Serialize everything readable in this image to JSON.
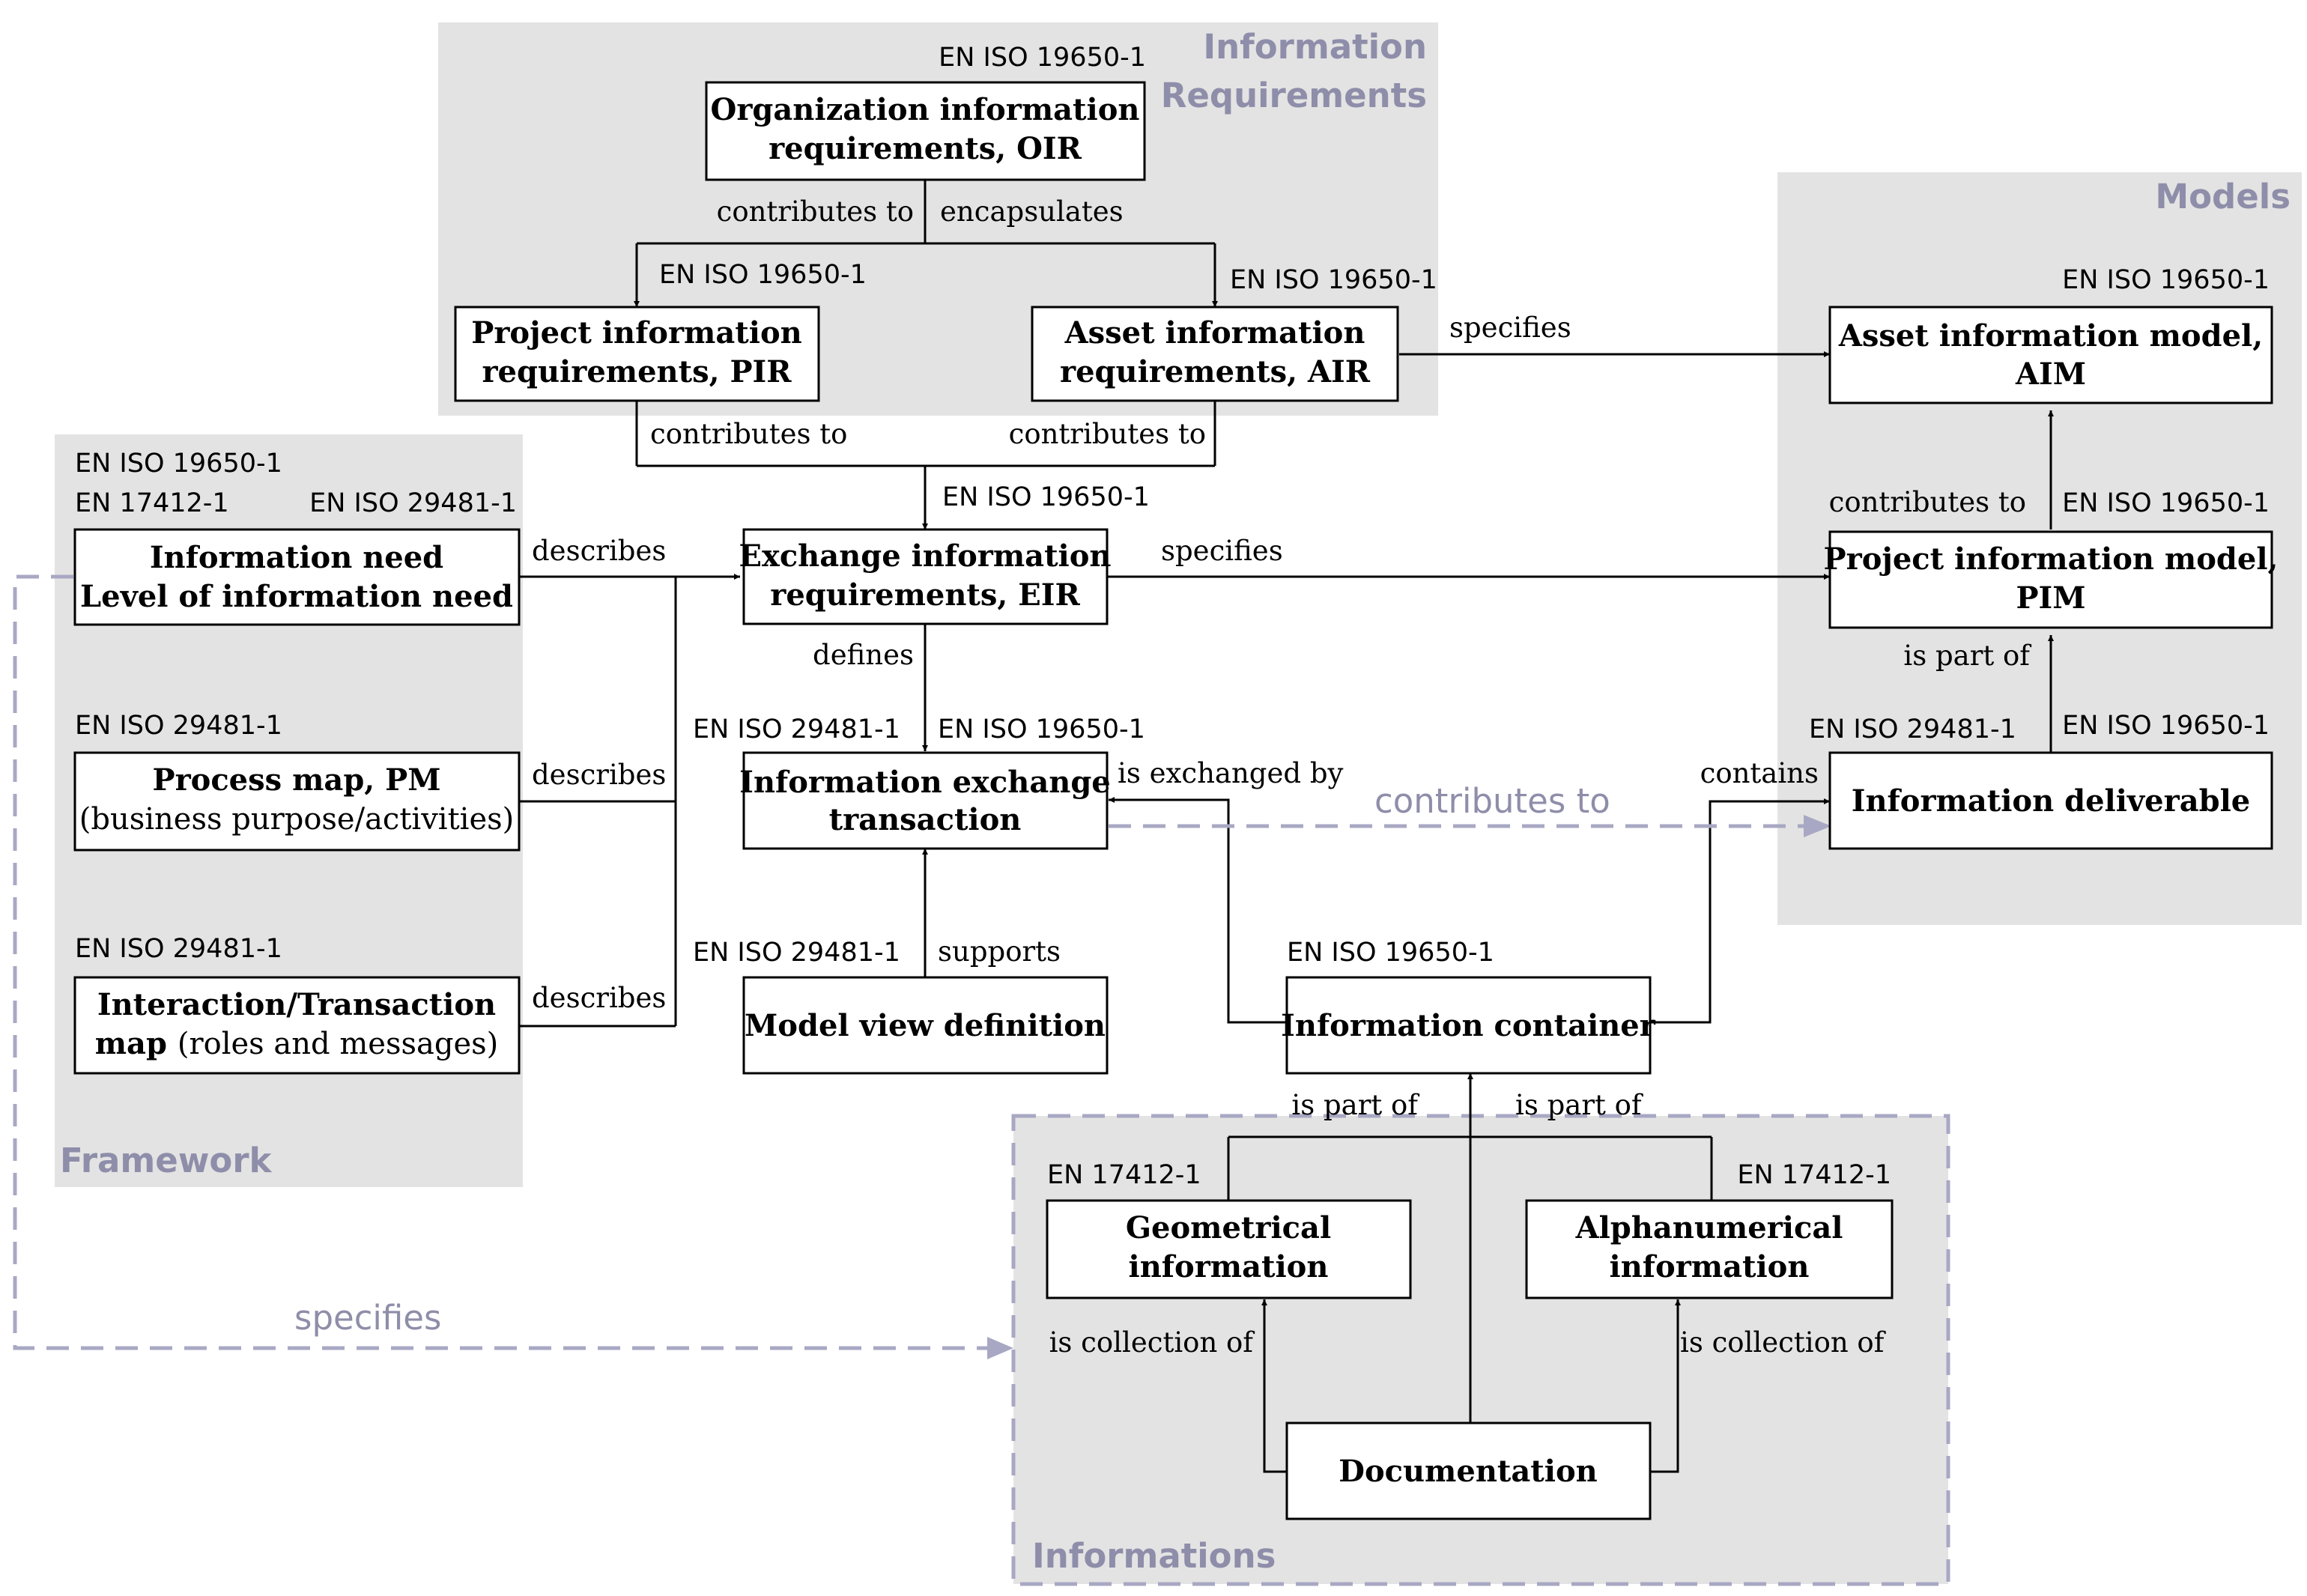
{
  "colors": {
    "panel": "#e3e3e3",
    "accent": "#8e8eaa",
    "box_fill": "#ffffff",
    "line": "#000000"
  },
  "groups": {
    "information_requirements": {
      "label_line1": "Information",
      "label_line2": "Requirements"
    },
    "models": {
      "label": "Models"
    },
    "framework": {
      "label": "Framework"
    },
    "informations": {
      "label": "Informations"
    }
  },
  "boxes": {
    "oir": {
      "line1": "Organization information",
      "line2": "requirements, OIR",
      "standard": "EN ISO 19650-1"
    },
    "pir": {
      "line1": "Project information",
      "line2": "requirements, PIR",
      "standard": "EN ISO 19650-1"
    },
    "air": {
      "line1": "Asset information",
      "line2": "requirements, AIR",
      "standard": "EN ISO 19650-1"
    },
    "aim": {
      "line1": "Asset information model,",
      "line2": "AIM",
      "standard": "EN ISO 19650-1"
    },
    "need": {
      "line1": "Information need",
      "line2": "Level of information need",
      "standard1": "EN ISO 19650-1",
      "standard2": "EN 17412-1",
      "standard3": "EN ISO 29481-1"
    },
    "eir": {
      "line1": "Exchange information",
      "line2": "requirements, EIR",
      "standard": "EN ISO 19650-1"
    },
    "pim": {
      "line1": "Project information model,",
      "line2": "PIM",
      "standard": "EN ISO 19650-1"
    },
    "pm": {
      "line1": "Process map, PM",
      "line2": "(business purpose/activities)",
      "standard": "EN ISO 29481-1"
    },
    "iet": {
      "line1": "Information exchange",
      "line2": "transaction",
      "standard1": "EN ISO 29481-1",
      "standard2": "EN ISO 19650-1"
    },
    "deliverable": {
      "line1": "Information deliverable",
      "standard1": "EN ISO 29481-1",
      "standard2": "EN ISO 19650-1"
    },
    "itm": {
      "line1": "Interaction/Transaction",
      "line2_bold": "map",
      "line2_plain": "(roles and messages)",
      "standard": "EN ISO 29481-1"
    },
    "mvd": {
      "line1": "Model view definition",
      "standard": "EN ISO 29481-1"
    },
    "container": {
      "line1": "Information container",
      "standard": "EN ISO 19650-1"
    },
    "geo": {
      "line1": "Geometrical",
      "line2": "information",
      "standard": "EN 17412-1"
    },
    "alpha": {
      "line1": "Alphanumerical",
      "line2": "information",
      "standard": "EN 17412-1"
    },
    "doc": {
      "line1": "Documentation"
    }
  },
  "relations": {
    "oir_pir": "contributes to",
    "oir_air": "encapsulates",
    "air_aim": "specifies",
    "pir_eir": "contributes to",
    "air_eir": "contributes to",
    "need_eir": "describes",
    "pm_eir": "describes",
    "itm_eir": "describes",
    "eir_pim": "specifies",
    "eir_iet": "defines",
    "pim_aim": "contributes to",
    "deliverable_pim": "is part of",
    "container_iet": "is exchanged by",
    "iet_deliverable": "contributes to",
    "container_deliverable": "contains",
    "mvd_iet": "supports",
    "geo_container": "is part of",
    "alpha_container": "is part of",
    "doc_geo": "is collection of",
    "doc_alpha": "is collection of",
    "framework_informations": "specifies"
  }
}
